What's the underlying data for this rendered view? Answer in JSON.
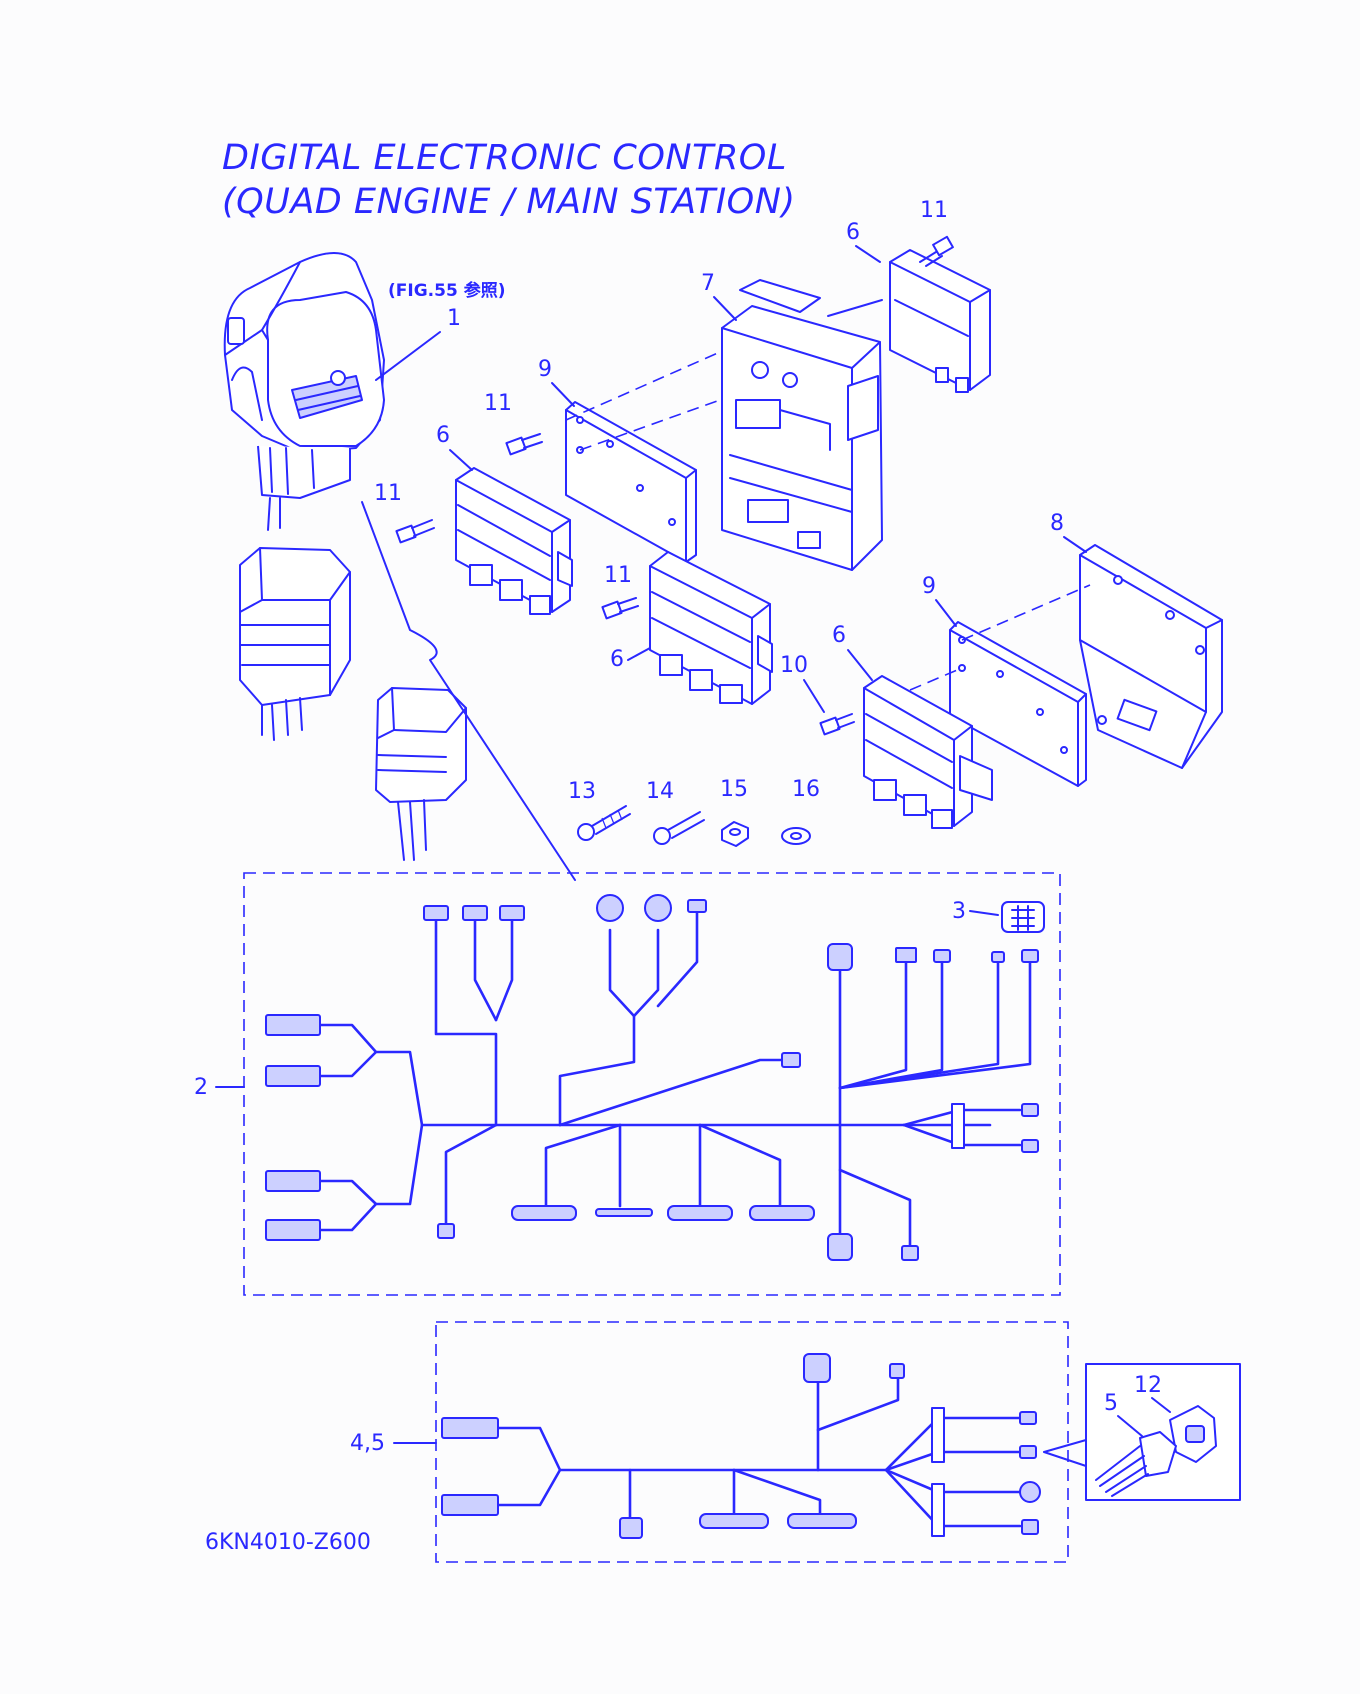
{
  "title_line1": "DIGITAL ELECTRONIC CONTROL",
  "title_line2": "(QUAD ENGINE / MAIN STATION)",
  "reference_note": "(FIG.55 参照)",
  "part_number": "6KN4010-Z600",
  "colors": {
    "ink": "#2a28ff",
    "fill": "#ccd0ff",
    "background": "#fcfcfd"
  },
  "callouts": {
    "c1": "1",
    "c2": "2",
    "c3": "3",
    "c45": "4,5",
    "c5": "5",
    "c6a": "6",
    "c6b": "6",
    "c6c": "6",
    "c6d": "6",
    "c7": "7",
    "c8": "8",
    "c9a": "9",
    "c9b": "9",
    "c10": "10",
    "c11a": "11",
    "c11b": "11",
    "c11c": "11",
    "c11d": "11",
    "c12": "12",
    "c13": "13",
    "c14": "14",
    "c15": "15",
    "c16": "16"
  }
}
